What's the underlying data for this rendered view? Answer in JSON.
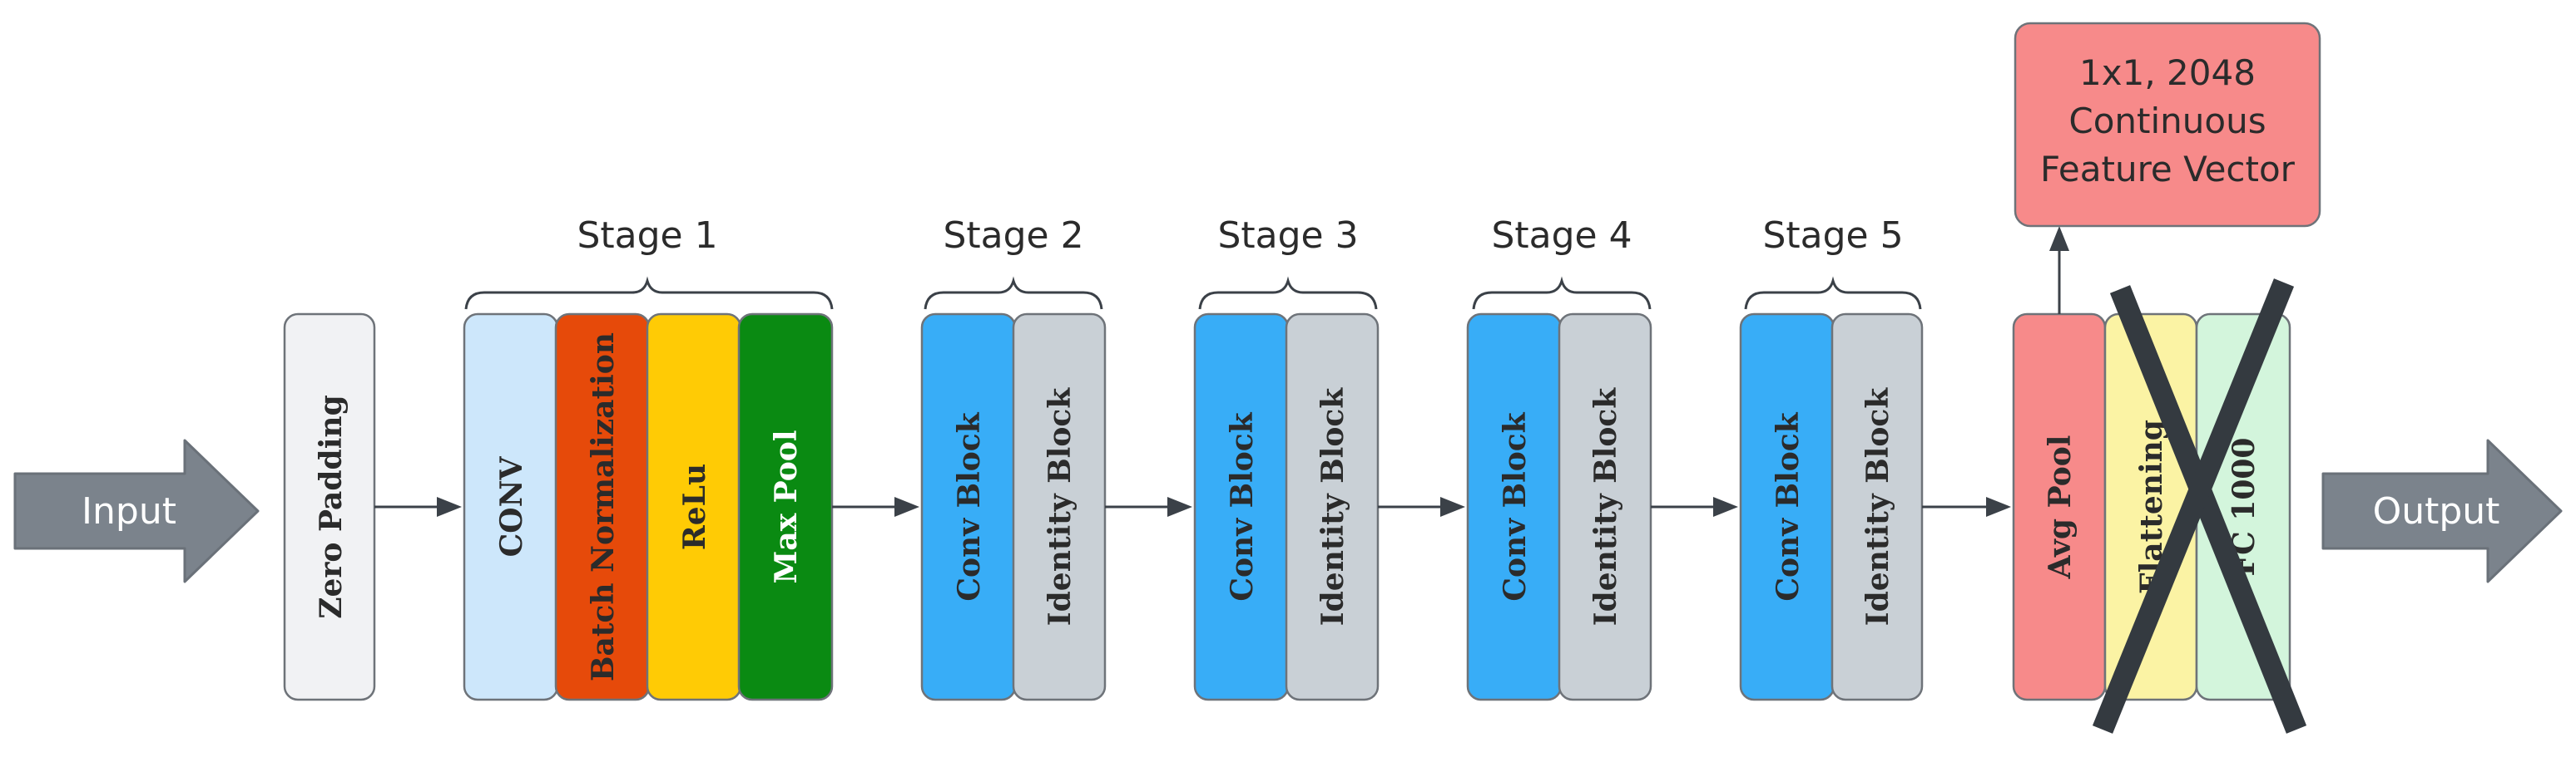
{
  "input_label": "Input",
  "output_label": "Output",
  "zero_padding": "Zero Padding",
  "stage1": {
    "label": "Stage 1",
    "blocks": [
      "CONV",
      "Batch Normalization",
      "ReLu",
      "Max Pool"
    ]
  },
  "stages": [
    {
      "label": "Stage 2",
      "conv": "Conv Block",
      "identity": "Identity Block"
    },
    {
      "label": "Stage 3",
      "conv": "Conv Block",
      "identity": "Identity Block"
    },
    {
      "label": "Stage 4",
      "conv": "Conv Block",
      "identity": "Identity Block"
    },
    {
      "label": "Stage 5",
      "conv": "Conv Block",
      "identity": "Identity Block"
    }
  ],
  "head": {
    "avg_pool": "Avg Pool",
    "flattening": "Flattening",
    "fc": "FC 1000"
  },
  "feature_vector": {
    "line1": "1x1, 2048",
    "line2": "Continuous",
    "line3": "Feature Vector"
  },
  "colors": {
    "arrow_gray": "#7b838c",
    "line_dark": "#3b4148",
    "cross_dark": "#343a40",
    "zero_padding": "#f1f2f4",
    "conv_light_blue": "#cde7fb",
    "batch_norm_orange": "#e64a0a",
    "relu_yellow": "#ffcb05",
    "max_pool_green": "#0a8a12",
    "conv_block_blue": "#38adf7",
    "identity_gray": "#c9d0d6",
    "avg_pool_red": "#f78a8a",
    "flatten_yellow": "#fbf3a4",
    "fc_green": "#d3f5dc",
    "feature_box": "#f78a8a"
  }
}
